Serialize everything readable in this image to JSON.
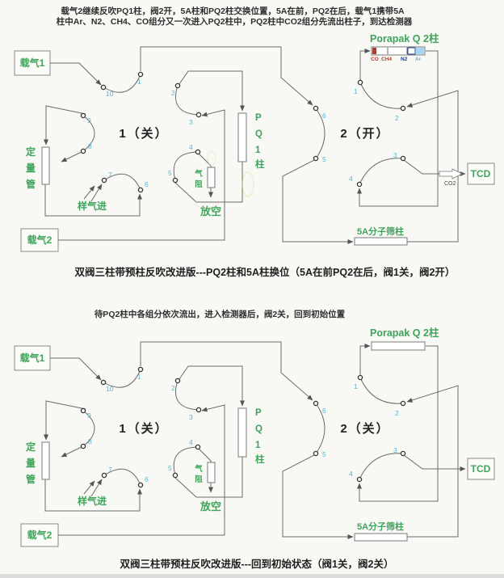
{
  "header": {
    "line1": "载气2继续反吹PQ1柱，阀2开，5A柱和PQ2柱交换位置，5A在前，PQ2在后，载气1携带5A",
    "line2": "柱中Ar、N2、CH4、CO组分又一次进入PQ2柱中，PQ2柱中CO2组分先流出柱子，到达检测器"
  },
  "mid_header": "待PQ2柱中各组分依次流出，进入检测器后，阀2关，回到初始位置",
  "captions": {
    "d1": "双阀三柱带预柱反吹改进版---PQ2柱和5A柱换位（5A在前PQ2在后，阀1关，阀2开）",
    "d2": "双阀三柱带预柱反吹改进版---回到初始状态（阀1关，阀2关）"
  },
  "valves": {
    "d1v1": "1（关）",
    "d1v2": "2（开）",
    "d2v1": "1（关）",
    "d2v2": "2（关）"
  },
  "ports": {
    "p1": "1",
    "p2": "2",
    "p3": "3",
    "p4": "4",
    "p5": "5",
    "p6": "6",
    "p7": "7",
    "p8": "8",
    "p9": "9",
    "p10": "10"
  },
  "labels": {
    "carrier1": "载气1",
    "carrier2": "载气2",
    "tcd": "TCD",
    "sample_in": "样气进",
    "vent": "放空",
    "porapak": "Porapak Q 2柱",
    "sieve": "5A分子筛柱",
    "co2": "CO2",
    "loop": [
      "定",
      "量",
      "管"
    ],
    "restrictor": [
      "气",
      "阻"
    ],
    "pq1": [
      "P",
      "Q",
      "1",
      "柱"
    ]
  },
  "segments": [
    {
      "label": "CO",
      "color": "#c23327"
    },
    {
      "label": "CH4",
      "color": "#a8462e"
    },
    {
      "label": "N2",
      "color": "#25419b"
    },
    {
      "label": "Ar",
      "color": "#63b0e2"
    }
  ],
  "colors": {
    "green_label": "#3fa45b",
    "port_number": "#58b4d2",
    "line": "#6b6b6b",
    "caption": "#1f1f1f",
    "background": "#f8f8f5"
  }
}
